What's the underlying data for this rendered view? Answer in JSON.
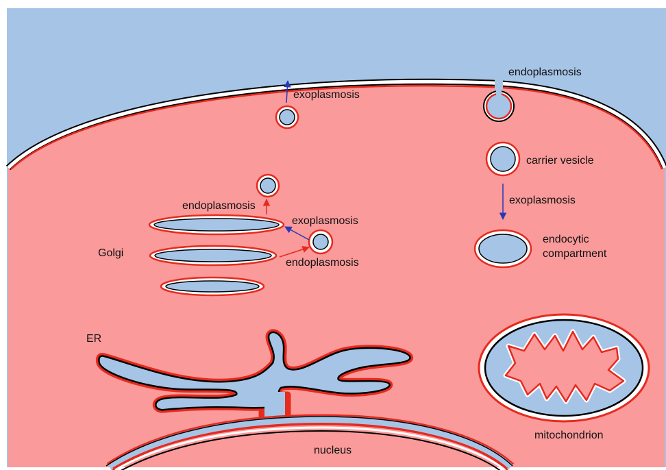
{
  "labels": {
    "endoplasmosis_top": "endoplasmosis",
    "exoplasmosis_top": "exoplasmosis",
    "carrier_vesicle": "carrier vesicle",
    "exoplasmosis_right": "exoplasmosis",
    "endocytic_line1": "endocytic",
    "endocytic_line2": "compartment",
    "endoplasmosis_golgi_top": "endoplasmosis",
    "exoplasmosis_golgi": "exoplasmosis",
    "endoplasmosis_golgi_bottom": "endoplasmosis",
    "golgi": "Golgi",
    "er": "ER",
    "mitochondrion": "mitochondrion",
    "nucleus": "nucleus"
  },
  "colors": {
    "extracellular": "#a6c4e6",
    "cytoplasm": "#fa9a9a",
    "lumen": "#a6c4e6",
    "membrane_red": "#e52a1e",
    "membrane_black": "#000000",
    "arrow_blue": "#2a36b8",
    "arrow_red": "#e52a1e"
  }
}
